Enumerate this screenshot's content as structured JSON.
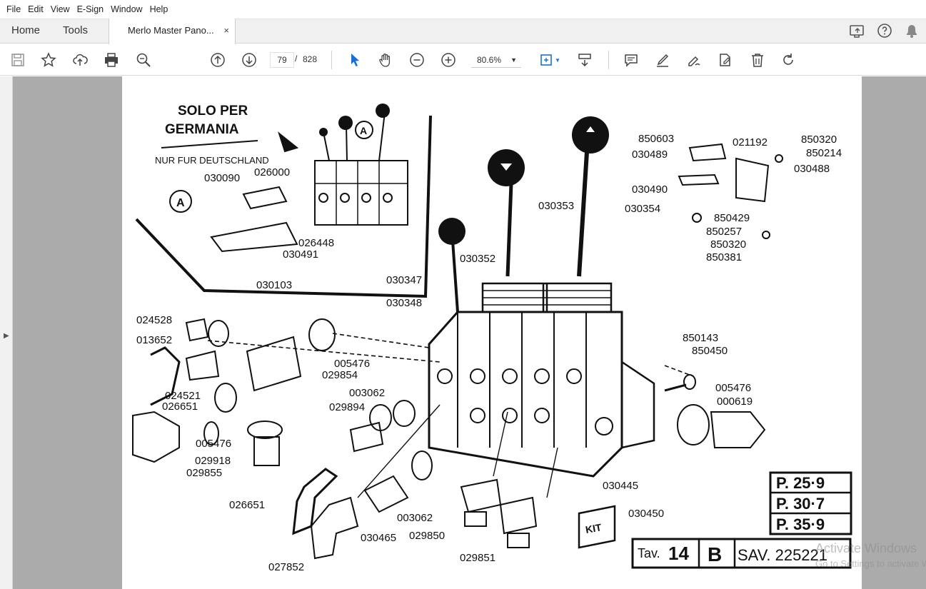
{
  "menu": [
    "File",
    "Edit",
    "View",
    "E-Sign",
    "Window",
    "Help"
  ],
  "tabs": {
    "home": "Home",
    "tools": "Tools",
    "document": "Merlo Master Pano...",
    "close": "×"
  },
  "toolbar": {
    "icons": [
      "save-icon",
      "star-icon",
      "cloud-upload-icon",
      "print-icon",
      "search-zoom-icon",
      "page-up-icon",
      "page-down-icon",
      "select-arrow-icon",
      "hand-icon",
      "zoom-out-icon",
      "zoom-in-icon",
      "fit-page-icon",
      "scroll-mode-icon",
      "comment-icon",
      "highlight-icon",
      "sign-icon",
      "fill-sign-icon",
      "delete-icon",
      "rotate-icon"
    ],
    "page_current": "79",
    "page_total": "828",
    "zoom": "80.6%"
  },
  "drawing": {
    "heading": [
      "SOLO PER",
      "GERMANIA"
    ],
    "subheading": "NUR FUR DEUTSCHLAND",
    "callout_a": "A",
    "part_numbers": [
      "030090",
      "026000",
      "026448",
      "030491",
      "030103",
      "030347",
      "030348",
      "030352",
      "030353",
      "030354",
      "850603",
      "021192",
      "850320",
      "030489",
      "850214",
      "030488",
      "030490",
      "850429",
      "850257",
      "850320",
      "850381",
      "024528",
      "013652",
      "005476",
      "029854",
      "024521",
      "026651",
      "003062",
      "029894",
      "005476",
      "029918",
      "029855",
      "850143",
      "850450",
      "005476",
      "000619",
      "030445",
      "026651",
      "003062",
      "030465",
      "029850",
      "027852",
      "029851",
      "030450"
    ],
    "kit_label": "KIT",
    "page_refs": [
      "P. 25·9",
      "P. 30·7",
      "P. 35·9"
    ],
    "footer": {
      "tav_label": "Tav.",
      "tav_number": "14",
      "letter": "B",
      "sav": "SAV. 225221"
    }
  },
  "watermark": {
    "title": "Activate Windows",
    "subtitle": "Go to Settings to activate Windows."
  }
}
